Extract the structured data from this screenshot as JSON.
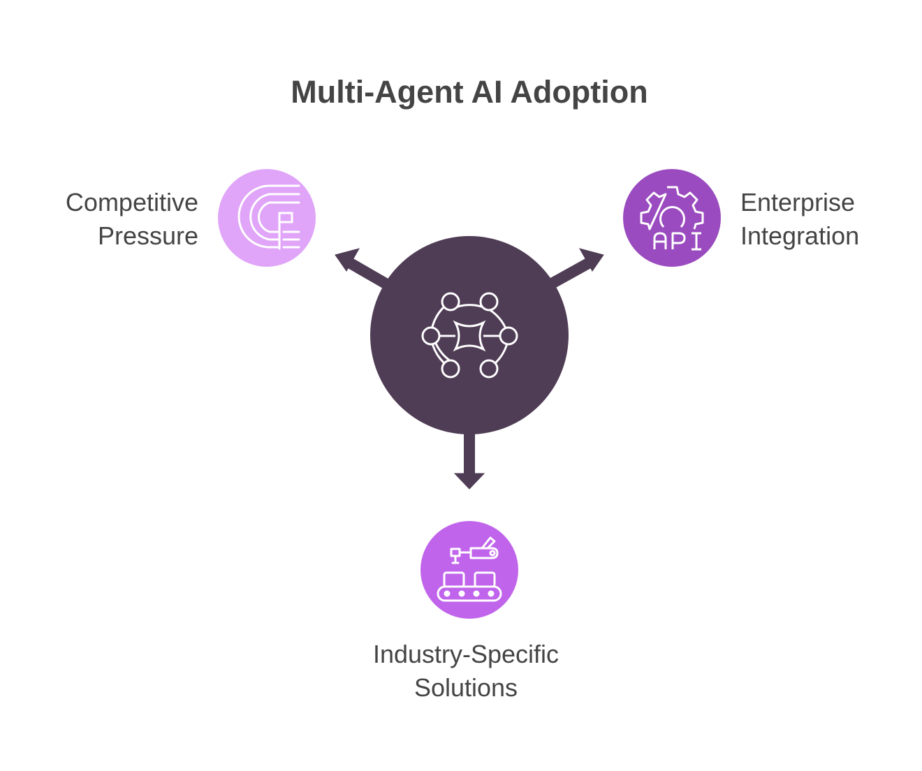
{
  "title": "Multi-Agent AI Adoption",
  "center": {
    "icon": "network-nodes-icon",
    "color": "#4f3c55"
  },
  "nodes": [
    {
      "id": "left",
      "line1": "Competitive",
      "line2": "Pressure",
      "icon": "race-track-flag-icon",
      "color": "#e0a5f8"
    },
    {
      "id": "right",
      "line1": "Enterprise",
      "line2": "Integration",
      "icon": "gear-api-icon",
      "color": "#9a4bbf"
    },
    {
      "id": "bottom",
      "line1": "Industry-Specific",
      "line2": "Solutions",
      "icon": "robot-arm-conveyor-icon",
      "color": "#c064eb"
    }
  ]
}
